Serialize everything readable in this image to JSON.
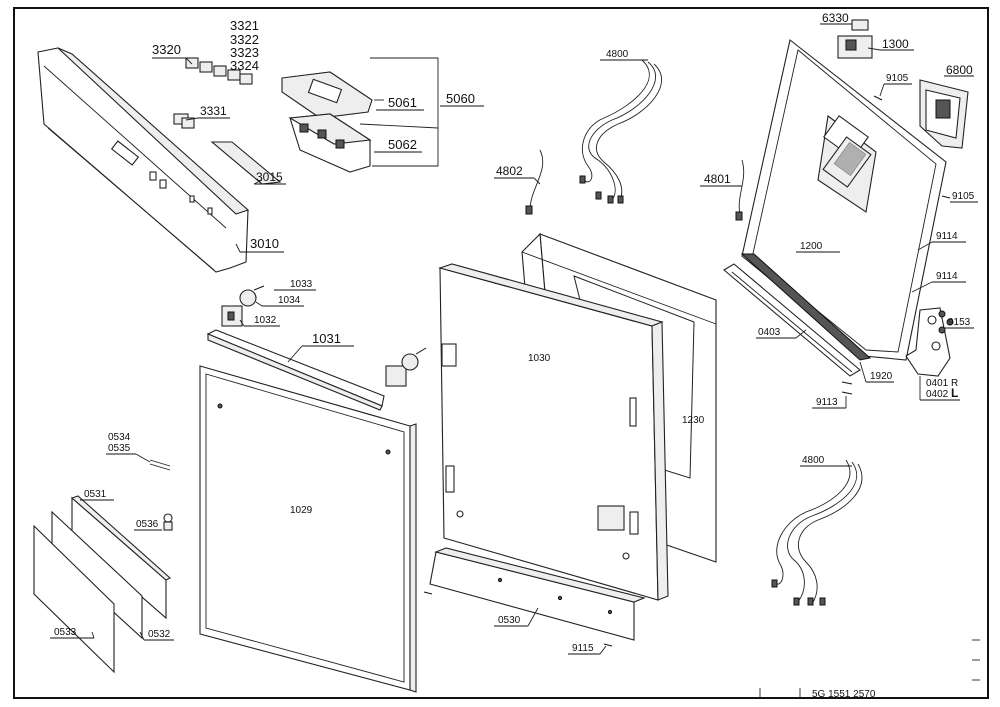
{
  "labels": {
    "p3321": "3321",
    "p3322": "3322",
    "p3323": "3323",
    "p3324": "3324",
    "p3320": "3320",
    "p3331": "3331",
    "p3015": "3015",
    "p3010": "3010",
    "p5061": "5061",
    "p5060": "5060",
    "p5062": "5062",
    "p4800a": "4800",
    "p4802": "4802",
    "p4801": "4801",
    "p4800b": "4800",
    "p6330": "6330",
    "p1300": "1300",
    "p9105a": "9105",
    "p6800": "6800",
    "p9105b": "9105",
    "p1200": "1200",
    "p9114a": "9114",
    "p9114b": "9114",
    "p9153": "9153",
    "p0401": "0401",
    "p0401side": "R",
    "p0402": "0402",
    "p0402side": "L",
    "p1920": "1920",
    "p0403": "0403",
    "p9113": "9113",
    "p1033": "1033",
    "p1034": "1034",
    "p1032": "1032",
    "p1031": "1031",
    "p1030": "1030",
    "p1230": "1230",
    "p1029": "1029",
    "p0534": "0534",
    "p0535": "0535",
    "p0531": "0531",
    "p0536": "0536",
    "p0533": "0533",
    "p0532": "0532",
    "p0530": "0530",
    "p9115": "9115"
  },
  "footer_ref": "5G 1551 2570"
}
